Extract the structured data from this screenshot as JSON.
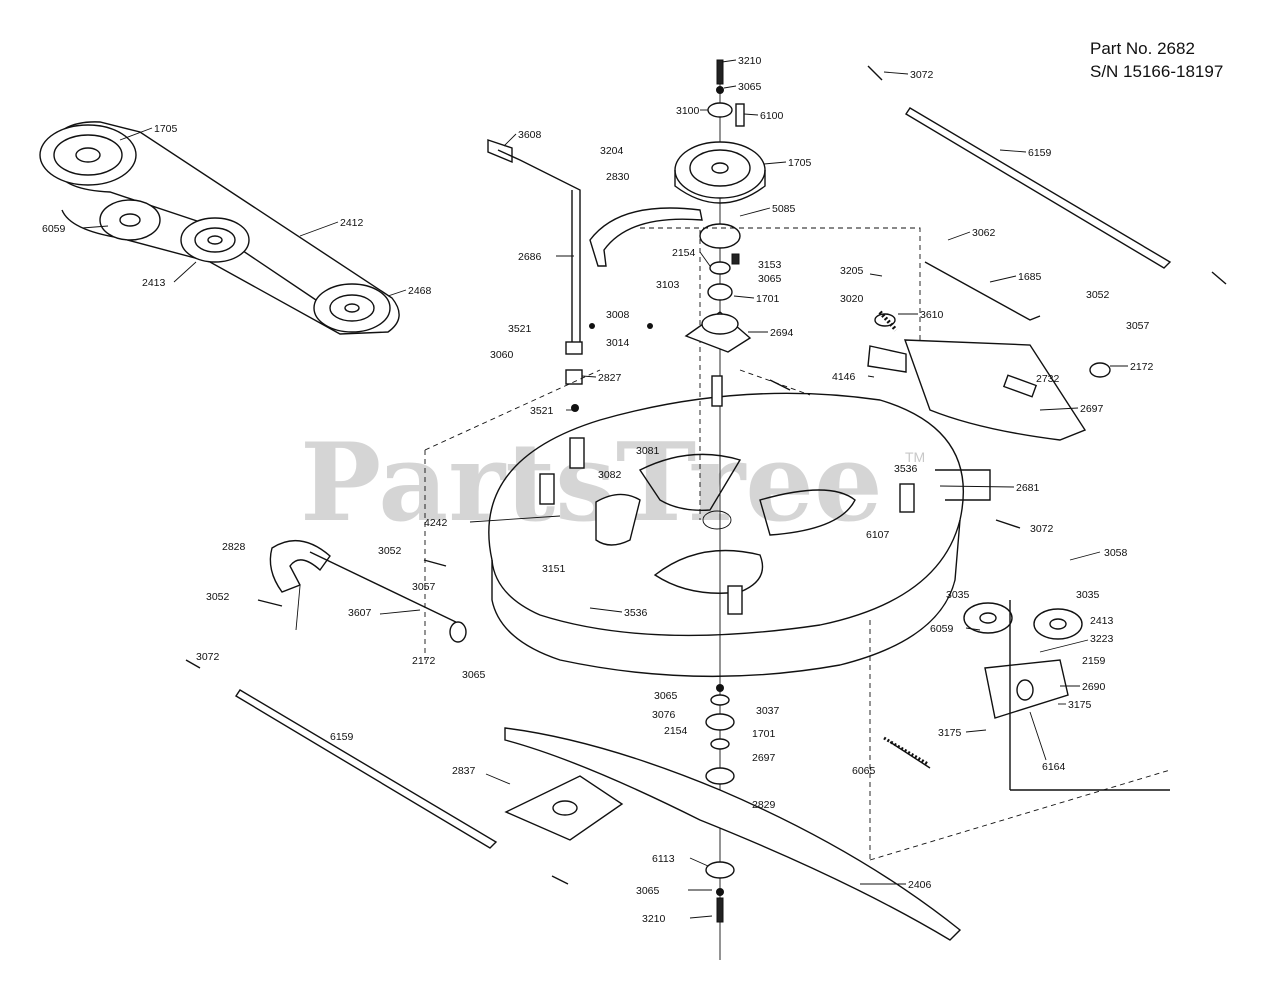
{
  "header": {
    "part_no": "Part No. 2682",
    "serial": "S/N 15166-18197"
  },
  "watermark": {
    "text": "PartsTree",
    "tm": "TM"
  },
  "callouts": [
    "3210",
    "3065",
    "3100",
    "6100",
    "1705",
    "3072",
    "6159",
    "3608",
    "3204",
    "2830",
    "1705",
    "6059",
    "2412",
    "2413",
    "2468",
    "2686",
    "5085",
    "2154",
    "3153",
    "3065",
    "3103",
    "1701",
    "3062",
    "3205",
    "1685",
    "3020",
    "3610",
    "3052",
    "3057",
    "2172",
    "2694",
    "3008",
    "3014",
    "3521",
    "3060",
    "2827",
    "4146",
    "2732",
    "2697",
    "3521",
    "3081",
    "3082",
    "3536",
    "2681",
    "4242",
    "6107",
    "3072",
    "2828",
    "3052",
    "3057",
    "3151",
    "3058",
    "3052",
    "3607",
    "3536",
    "3035",
    "3035",
    "6059",
    "2413",
    "3223",
    "2172",
    "3065",
    "2159",
    "2690",
    "3072",
    "3065",
    "3037",
    "3076",
    "3175",
    "3175",
    "2154",
    "1701",
    "6164",
    "6159",
    "2697",
    "6065",
    "2837",
    "2829",
    "6113",
    "2406",
    "3065",
    "3210"
  ]
}
